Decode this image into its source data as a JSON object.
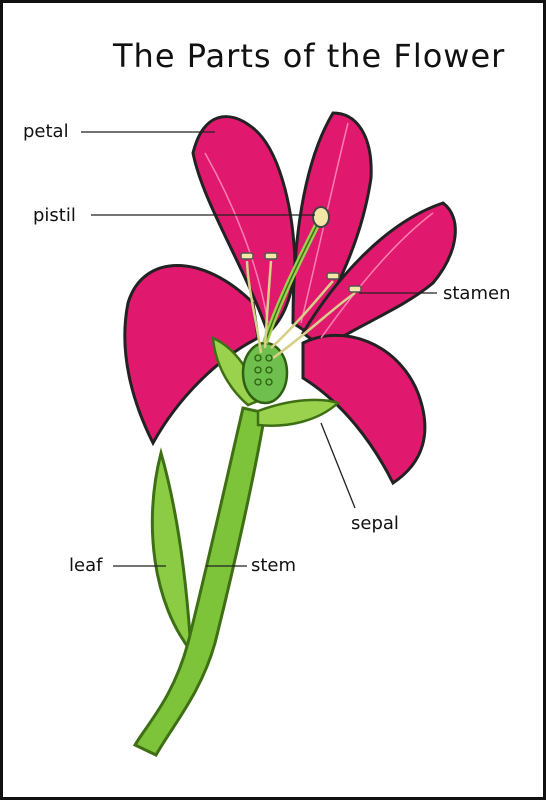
{
  "diagram": {
    "title": "The Parts of the Flower",
    "labels": {
      "petal": "petal",
      "pistil": "pistil",
      "stamen": "stamen",
      "sepal": "sepal",
      "leaf": "leaf",
      "stem": "stem"
    }
  },
  "colors": {
    "petal": "#e0196e",
    "petal_shadow": "#b0104f",
    "stem": "#7ec43a",
    "stem_dark": "#4f8a1e",
    "ovary": "#6fbf4f",
    "anther": "#f3e7a8",
    "leader_line": "#222222"
  }
}
